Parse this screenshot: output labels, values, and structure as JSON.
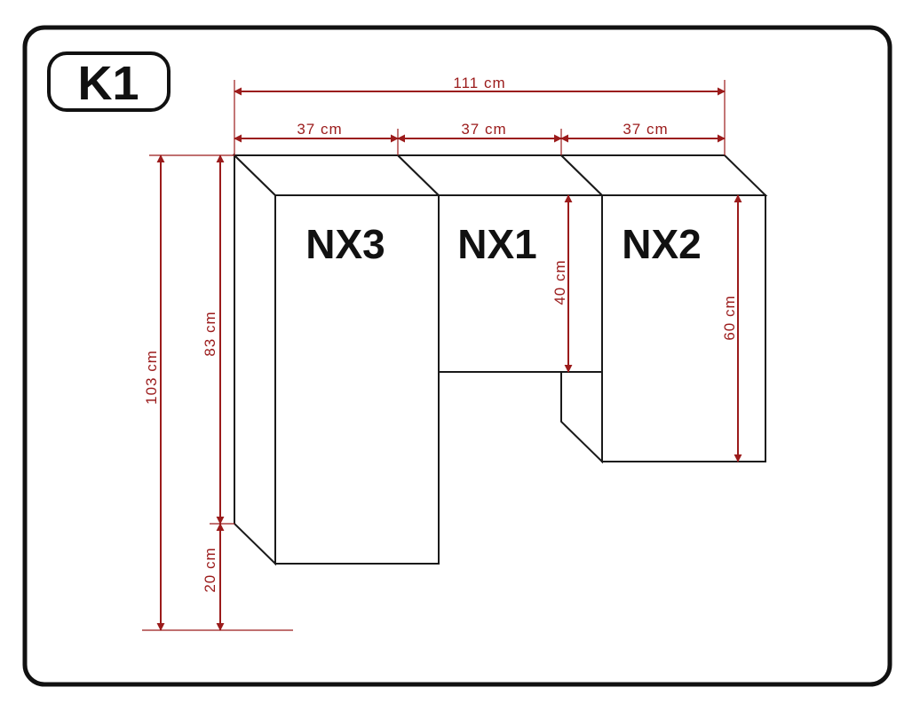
{
  "badge": "K1",
  "modules": {
    "left": "NX3",
    "middle": "NX1",
    "right": "NX2"
  },
  "dimensions": {
    "total_width": "111 cm",
    "width_left": "37 cm",
    "width_middle": "37 cm",
    "width_right": "37 cm",
    "total_height": "103 cm",
    "tall_height": "83 cm",
    "floor_gap": "20 cm",
    "middle_height": "40 cm",
    "right_height": "60 cm"
  },
  "colors": {
    "dimension": "#9b1b1b",
    "outline": "#1a1a1a"
  }
}
